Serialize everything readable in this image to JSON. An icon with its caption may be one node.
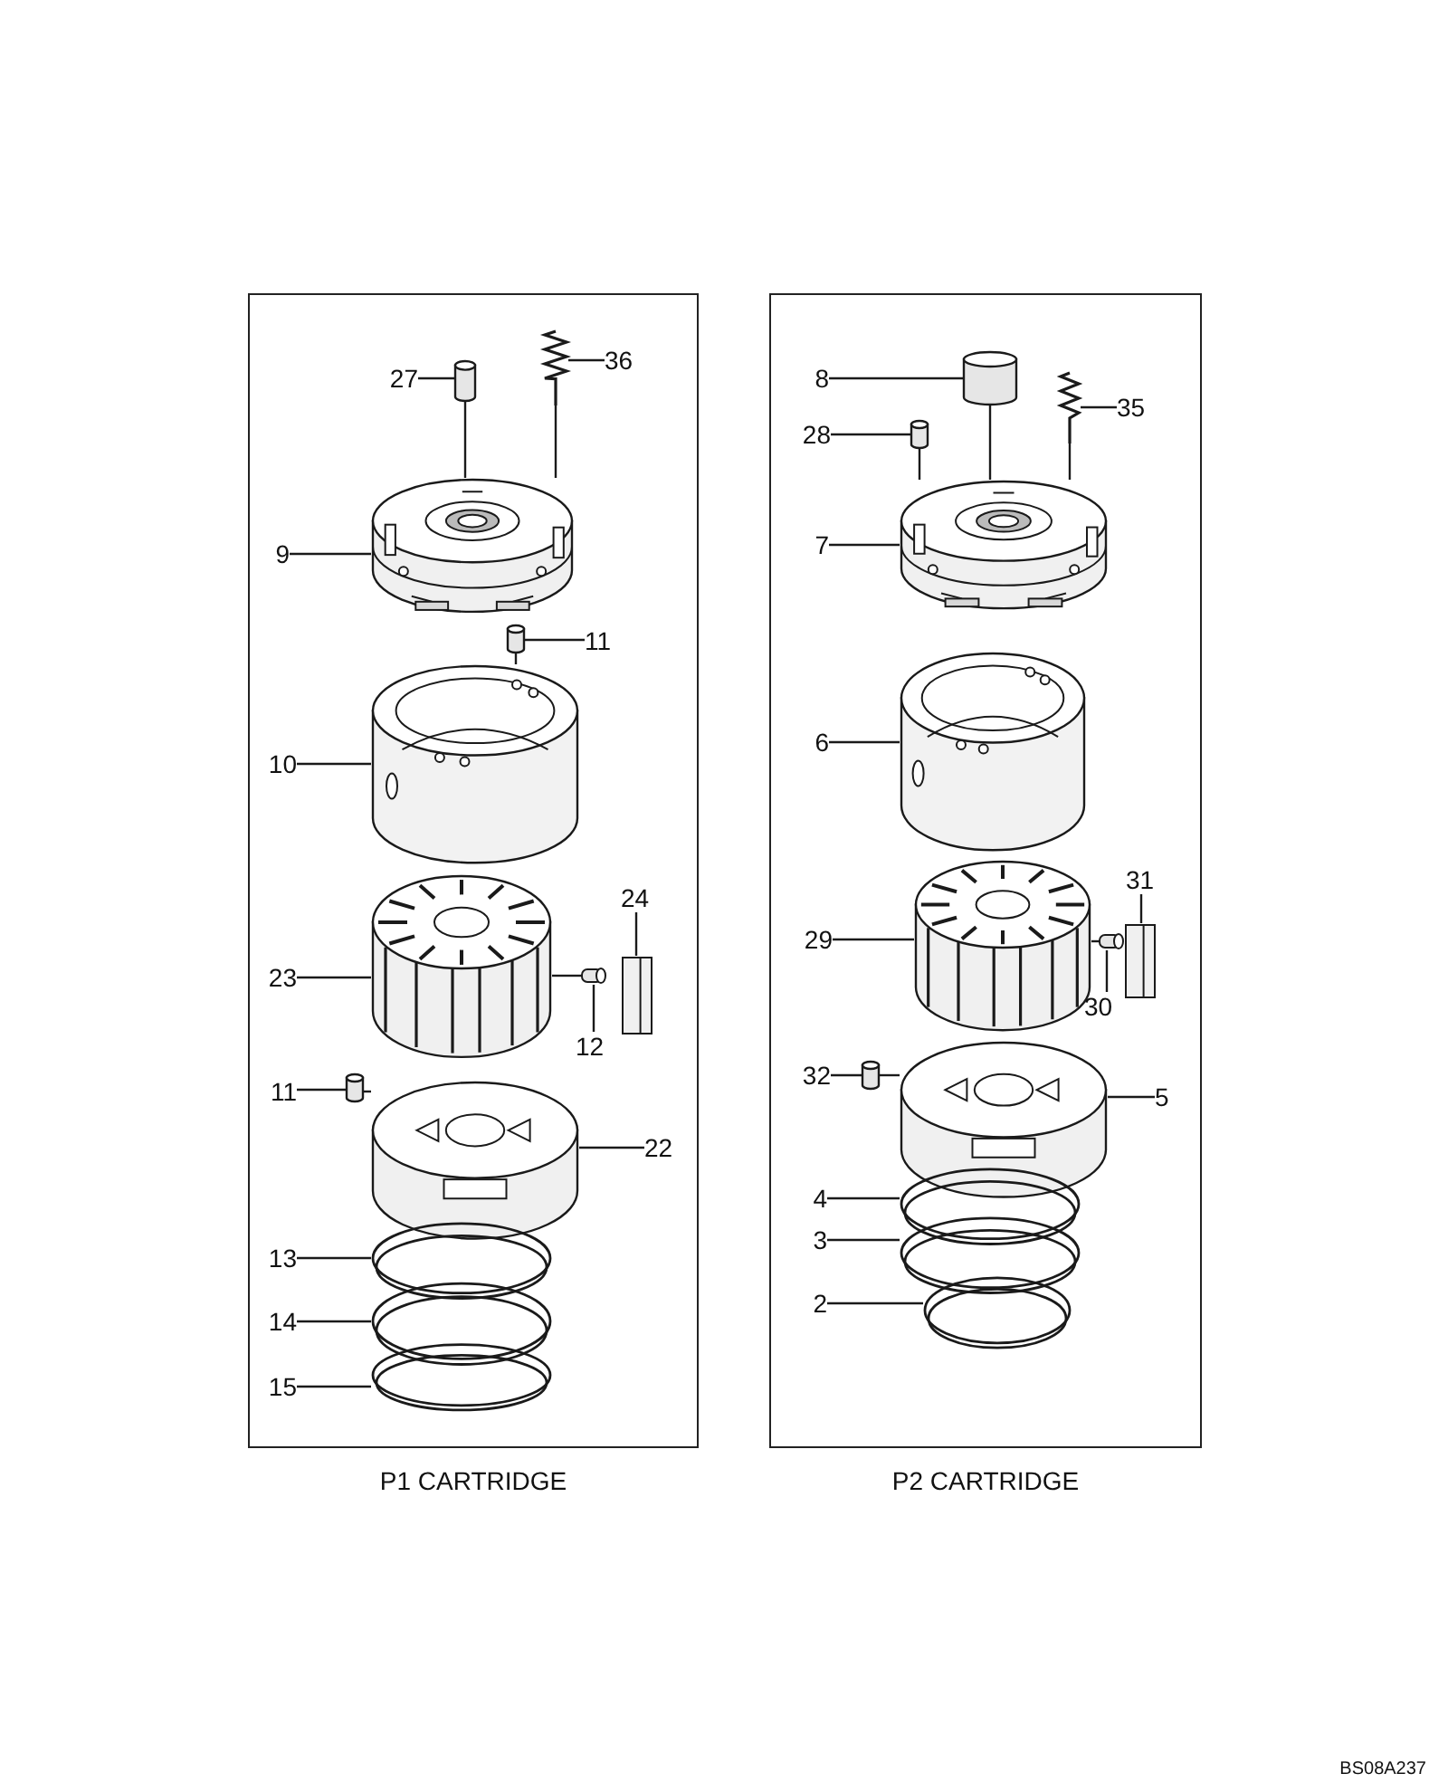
{
  "diagram": {
    "nodes": [
      {
        "text": [
          "P1 CARTRIDGE"
        ]
      },
      {
        "text": [
          "27"
        ],
        "in": 0
      },
      {
        "text": [],
        "shape": "cylinder",
        "in": 0
      },
      {
        "text": [
          "36"
        ],
        "in": 0
      },
      {
        "text": [],
        "shape": "picture",
        "in": 0
      },
      {
        "text": [
          "9"
        ],
        "in": 0
      },
      {
        "text": [],
        "shape": "picture",
        "in": 0
      },
      {
        "text": [
          "11"
        ],
        "in": 0
      },
      {
        "text": [],
        "shape": "cylinder",
        "in": 0
      },
      {
        "text": [
          "10"
        ],
        "in": 0
      },
      {
        "text": [],
        "shape": "picture",
        "in": 0
      },
      {
        "text": [
          "23"
        ],
        "in": 0
      },
      {
        "text": [],
        "shape": "picture",
        "in": 0
      },
      {
        "text": [
          "12"
        ],
        "in": 0
      },
      {
        "text": [],
        "shape": "cylinder",
        "in": 0
      },
      {
        "text": [
          "24"
        ],
        "in": 0
      },
      {
        "text": [],
        "shape": "picture",
        "in": 0
      },
      {
        "text": [
          "11"
        ],
        "in": 0
      },
      {
        "text": [],
        "shape": "cylinder",
        "in": 0
      },
      {
        "text": [
          "22"
        ],
        "in": 0
      },
      {
        "text": [],
        "shape": "picture",
        "in": 0
      },
      {
        "text": [
          "13"
        ],
        "in": 0
      },
      {
        "text": [],
        "shape": "picture",
        "in": 0
      },
      {
        "text": [
          "14"
        ],
        "in": 0
      },
      {
        "text": [],
        "shape": "picture",
        "in": 0
      },
      {
        "text": [
          "15"
        ],
        "in": 0
      },
      {
        "text": [],
        "shape": "picture",
        "in": 0
      },
      {
        "text": [
          "P2 CARTRIDGE"
        ]
      },
      {
        "text": [
          "8"
        ],
        "in": 27
      },
      {
        "text": [],
        "shape": "cylinder",
        "in": 27
      },
      {
        "text": [
          "28"
        ],
        "in": 27
      },
      {
        "text": [],
        "shape": "cylinder",
        "in": 27
      },
      {
        "text": [
          "35"
        ],
        "in": 27
      },
      {
        "text": [],
        "shape": "picture",
        "in": 27
      },
      {
        "text": [
          "7"
        ],
        "in": 27
      },
      {
        "text": [],
        "shape": "picture",
        "in": 27
      },
      {
        "text": [
          "6"
        ],
        "in": 27
      },
      {
        "text": [],
        "shape": "picture",
        "in": 27
      },
      {
        "text": [
          "29"
        ],
        "in": 27
      },
      {
        "text": [],
        "shape": "picture",
        "in": 27
      },
      {
        "text": [
          "30"
        ],
        "in": 27
      },
      {
        "text": [],
        "shape": "cylinder",
        "in": 27
      },
      {
        "text": [
          "31"
        ],
        "in": 27
      },
      {
        "text": [],
        "shape": "picture",
        "in": 27
      },
      {
        "text": [
          "32"
        ],
        "in": 27
      },
      {
        "text": [],
        "shape": "cylinder",
        "in": 27
      },
      {
        "text": [
          "5"
        ],
        "in": 27
      },
      {
        "text": [],
        "shape": "picture",
        "in": 27
      },
      {
        "text": [
          "4"
        ],
        "in": 27
      },
      {
        "text": [],
        "shape": "picture",
        "in": 27
      },
      {
        "text": [
          "3"
        ],
        "in": 27
      },
      {
        "text": [],
        "shape": "picture",
        "in": 27
      },
      {
        "text": [
          "2"
        ],
        "in": 27
      },
      {
        "text": [],
        "shape": "picture",
        "in": 27
      }
    ],
    "edges": [
      {
        "from": 1,
        "to": 2,
        "arrow": "none"
      },
      {
        "from": 3,
        "to": 4,
        "arrow": "none"
      },
      {
        "from": 5,
        "to": 6,
        "arrow": "none"
      },
      {
        "from": 7,
        "to": 8,
        "arrow": "none"
      },
      {
        "from": 9,
        "to": 10,
        "arrow": "none"
      },
      {
        "from": 11,
        "to": 12,
        "arrow": "none"
      },
      {
        "from": 13,
        "to": 14,
        "arrow": "none"
      },
      {
        "from": 15,
        "to": 16,
        "arrow": "none"
      },
      {
        "from": 17,
        "to": 18,
        "arrow": "none"
      },
      {
        "from": 19,
        "to": 20,
        "arrow": "none"
      },
      {
        "from": 21,
        "to": 22,
        "arrow": "none"
      },
      {
        "from": 23,
        "to": 24,
        "arrow": "none"
      },
      {
        "from": 25,
        "to": 26,
        "arrow": "none"
      },
      {
        "from": 2,
        "to": 6,
        "arrow": "none"
      },
      {
        "from": 4,
        "to": 6,
        "arrow": "none"
      },
      {
        "from": 8,
        "to": 10,
        "arrow": "none"
      },
      {
        "from": 14,
        "to": 12,
        "arrow": "none"
      },
      {
        "from": 18,
        "to": 20,
        "arrow": "none"
      },
      {
        "from": 28,
        "to": 29,
        "arrow": "none"
      },
      {
        "from": 30,
        "to": 31,
        "arrow": "none"
      },
      {
        "from": 32,
        "to": 33,
        "arrow": "none"
      },
      {
        "from": 34,
        "to": 35,
        "arrow": "none"
      },
      {
        "from": 36,
        "to": 37,
        "arrow": "none"
      },
      {
        "from": 38,
        "to": 39,
        "arrow": "none"
      },
      {
        "from": 40,
        "to": 41,
        "arrow": "none"
      },
      {
        "from": 42,
        "to": 43,
        "arrow": "none"
      },
      {
        "from": 44,
        "to": 45,
        "arrow": "none"
      },
      {
        "from": 46,
        "to": 47,
        "arrow": "none"
      },
      {
        "from": 48,
        "to": 49,
        "arrow": "none"
      },
      {
        "from": 50,
        "to": 51,
        "arrow": "none"
      },
      {
        "from": 52,
        "to": 53,
        "arrow": "none"
      },
      {
        "from": 29,
        "to": 35,
        "arrow": "none"
      },
      {
        "from": 31,
        "to": 35,
        "arrow": "none"
      },
      {
        "from": 33,
        "to": 35,
        "arrow": "none"
      },
      {
        "from": 41,
        "to": 39,
        "arrow": "none"
      },
      {
        "from": 45,
        "to": 47,
        "arrow": "none"
      }
    ],
    "labels": [
      "BS08A237"
    ]
  }
}
